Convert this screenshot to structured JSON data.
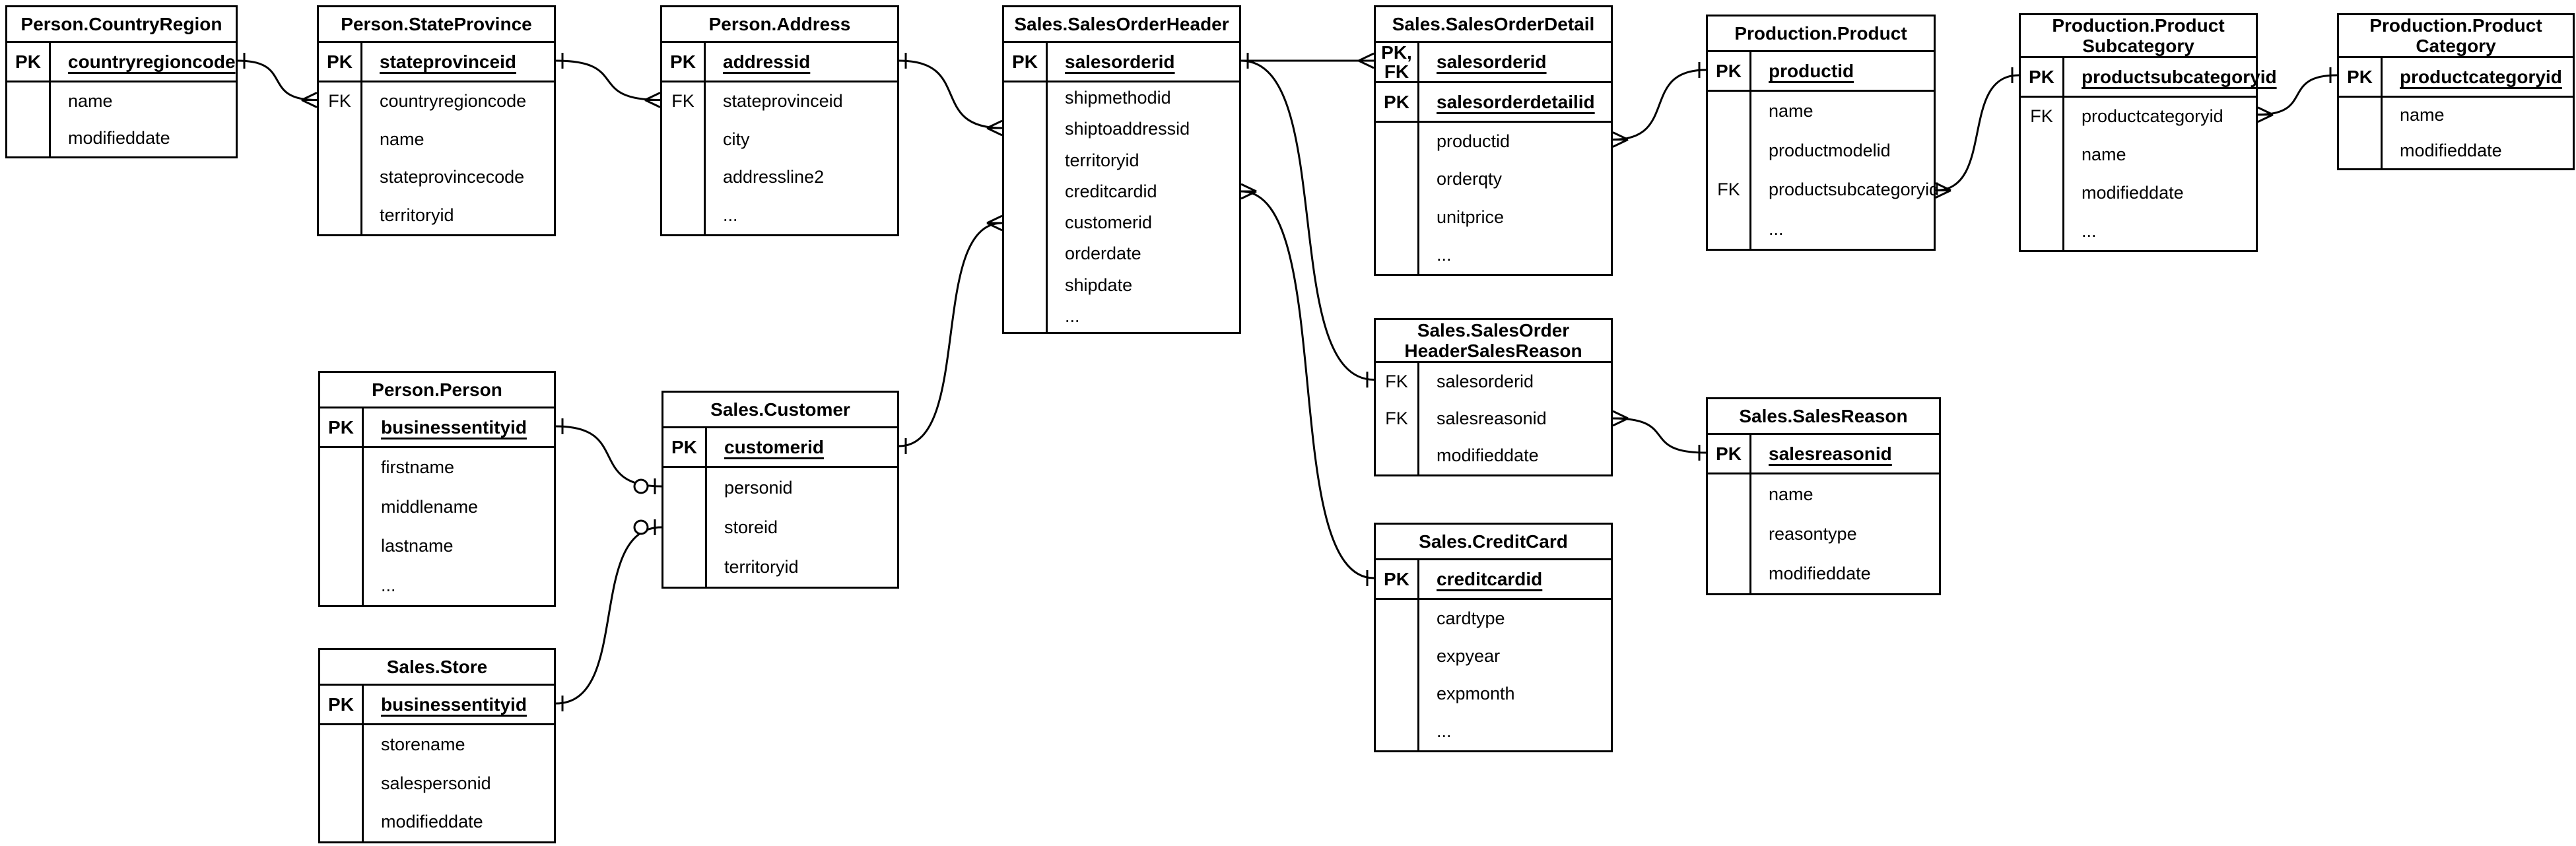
{
  "diagram": {
    "type": "entity-relationship",
    "notation": "crow's foot",
    "entities": [
      {
        "id": "countryregion",
        "title_lines": [
          "Person.CountryRegion"
        ],
        "key_rows": [
          {
            "key": "PK",
            "name": "countryregioncode"
          }
        ],
        "body_rows": [
          {
            "key": "",
            "name": "name"
          },
          {
            "key": "",
            "name": "modifieddate"
          }
        ]
      },
      {
        "id": "stateprovince",
        "title_lines": [
          "Person.StateProvince"
        ],
        "key_rows": [
          {
            "key": "PK",
            "name": "stateprovinceid"
          }
        ],
        "body_rows": [
          {
            "key": "FK",
            "name": "countryregioncode"
          },
          {
            "key": "",
            "name": "name"
          },
          {
            "key": "",
            "name": "stateprovincecode"
          },
          {
            "key": "",
            "name": "territoryid"
          }
        ]
      },
      {
        "id": "address",
        "title_lines": [
          "Person.Address"
        ],
        "key_rows": [
          {
            "key": "PK",
            "name": "addressid"
          }
        ],
        "body_rows": [
          {
            "key": "FK",
            "name": "stateprovinceid"
          },
          {
            "key": "",
            "name": "city"
          },
          {
            "key": "",
            "name": "addressline2"
          },
          {
            "key": "",
            "name": "..."
          }
        ]
      },
      {
        "id": "salesorderheader",
        "title_lines": [
          "Sales.SalesOrderHeader"
        ],
        "key_rows": [
          {
            "key": "PK",
            "name": "salesorderid"
          }
        ],
        "body_rows": [
          {
            "key": "",
            "name": "shipmethodid"
          },
          {
            "key": "",
            "name": "shiptoaddressid"
          },
          {
            "key": "",
            "name": "territoryid"
          },
          {
            "key": "",
            "name": "creditcardid"
          },
          {
            "key": "",
            "name": "customerid"
          },
          {
            "key": "",
            "name": "orderdate"
          },
          {
            "key": "",
            "name": "shipdate"
          },
          {
            "key": "",
            "name": "..."
          }
        ]
      },
      {
        "id": "salesorderdetail",
        "title_lines": [
          "Sales.SalesOrderDetail"
        ],
        "key_rows": [
          {
            "key": "PK,FK",
            "name": "salesorderid"
          },
          {
            "key": "PK",
            "name": "salesorderdetailid"
          }
        ],
        "body_rows": [
          {
            "key": "",
            "name": "productid"
          },
          {
            "key": "",
            "name": "orderqty"
          },
          {
            "key": "",
            "name": "unitprice"
          },
          {
            "key": "",
            "name": "..."
          }
        ]
      },
      {
        "id": "product",
        "title_lines": [
          "Production.Product"
        ],
        "key_rows": [
          {
            "key": "PK",
            "name": "productid"
          }
        ],
        "body_rows": [
          {
            "key": "",
            "name": "name"
          },
          {
            "key": "",
            "name": "productmodelid"
          },
          {
            "key": "FK",
            "name": "productsubcategoryid"
          },
          {
            "key": "",
            "name": "..."
          }
        ]
      },
      {
        "id": "productsubcategory",
        "title_lines": [
          "Production.Product",
          "Subcategory"
        ],
        "key_rows": [
          {
            "key": "PK",
            "name": "productsubcategoryid"
          }
        ],
        "body_rows": [
          {
            "key": "FK",
            "name": "productcategoryid"
          },
          {
            "key": "",
            "name": "name"
          },
          {
            "key": "",
            "name": "modifieddate"
          },
          {
            "key": "",
            "name": "..."
          }
        ]
      },
      {
        "id": "productcategory",
        "title_lines": [
          "Production.Product",
          "Category"
        ],
        "key_rows": [
          {
            "key": "PK",
            "name": "productcategoryid"
          }
        ],
        "body_rows": [
          {
            "key": "",
            "name": "name"
          },
          {
            "key": "",
            "name": "modifieddate"
          }
        ]
      },
      {
        "id": "person",
        "title_lines": [
          "Person.Person"
        ],
        "key_rows": [
          {
            "key": "PK",
            "name": "businessentityid"
          }
        ],
        "body_rows": [
          {
            "key": "",
            "name": "firstname"
          },
          {
            "key": "",
            "name": "middlename"
          },
          {
            "key": "",
            "name": "lastname"
          },
          {
            "key": "",
            "name": "..."
          }
        ]
      },
      {
        "id": "customer",
        "title_lines": [
          "Sales.Customer"
        ],
        "key_rows": [
          {
            "key": "PK",
            "name": "customerid"
          }
        ],
        "body_rows": [
          {
            "key": "",
            "name": "personid"
          },
          {
            "key": "",
            "name": "storeid"
          },
          {
            "key": "",
            "name": "territoryid"
          }
        ]
      },
      {
        "id": "store",
        "title_lines": [
          "Sales.Store"
        ],
        "key_rows": [
          {
            "key": "PK",
            "name": "businessentityid"
          }
        ],
        "body_rows": [
          {
            "key": "",
            "name": "storename"
          },
          {
            "key": "",
            "name": "salespersonid"
          },
          {
            "key": "",
            "name": "modifieddate"
          }
        ]
      },
      {
        "id": "sohsr",
        "title_lines": [
          "Sales.SalesOrder",
          "HeaderSalesReason"
        ],
        "key_rows": [],
        "body_rows": [
          {
            "key": "FK",
            "name": "salesorderid"
          },
          {
            "key": "FK",
            "name": "salesreasonid"
          },
          {
            "key": "",
            "name": "modifieddate"
          }
        ]
      },
      {
        "id": "salesreason",
        "title_lines": [
          "Sales.SalesReason"
        ],
        "key_rows": [
          {
            "key": "PK",
            "name": "salesreasonid"
          }
        ],
        "body_rows": [
          {
            "key": "",
            "name": "name"
          },
          {
            "key": "",
            "name": "reasontype"
          },
          {
            "key": "",
            "name": "modifieddate"
          }
        ]
      },
      {
        "id": "creditcard",
        "title_lines": [
          "Sales.CreditCard"
        ],
        "key_rows": [
          {
            "key": "PK",
            "name": "creditcardid"
          }
        ],
        "body_rows": [
          {
            "key": "",
            "name": "cardtype"
          },
          {
            "key": "",
            "name": "expyear"
          },
          {
            "key": "",
            "name": "expmonth"
          },
          {
            "key": "",
            "name": "..."
          }
        ]
      }
    ],
    "relationships": [
      {
        "from": "countryregion.countryregioncode",
        "to": "stateprovince.countryregioncode",
        "from_card": "one",
        "to_card": "many"
      },
      {
        "from": "stateprovince.stateprovinceid",
        "to": "address.stateprovinceid",
        "from_card": "one",
        "to_card": "many"
      },
      {
        "from": "address.addressid",
        "to": "salesorderheader.shiptoaddressid",
        "from_card": "one",
        "to_card": "many"
      },
      {
        "from": "customer.customerid",
        "to": "salesorderheader.customerid",
        "from_card": "one",
        "to_card": "many"
      },
      {
        "from": "salesorderheader.salesorderid",
        "to": "salesorderdetail.salesorderid",
        "from_card": "one",
        "to_card": "many"
      },
      {
        "from": "salesorderheader.salesorderid",
        "to": "sohsr.salesorderid",
        "from_card": "one",
        "to_card": "one"
      },
      {
        "from": "salesorderheader.creditcardid",
        "to": "creditcard.creditcardid",
        "from_card": "many",
        "to_card": "one"
      },
      {
        "from": "sohsr.salesreasonid",
        "to": "salesreason.salesreasonid",
        "from_card": "many",
        "to_card": "one"
      },
      {
        "from": "salesorderdetail.productid",
        "to": "product.productid",
        "from_card": "many",
        "to_card": "one"
      },
      {
        "from": "product.productsubcategoryid",
        "to": "productsubcategory.productsubcategoryid",
        "from_card": "many",
        "to_card": "one"
      },
      {
        "from": "productsubcategory.productcategoryid",
        "to": "productcategory.productcategoryid",
        "from_card": "many",
        "to_card": "one"
      },
      {
        "from": "person.businessentityid",
        "to": "customer.personid",
        "from_card": "one",
        "to_card": "zero-one"
      },
      {
        "from": "store.businessentityid",
        "to": "customer.storeid",
        "from_card": "one",
        "to_card": "zero-one"
      }
    ],
    "colors": {
      "line": "#000000",
      "background": "#ffffff",
      "text": "#000000"
    }
  }
}
